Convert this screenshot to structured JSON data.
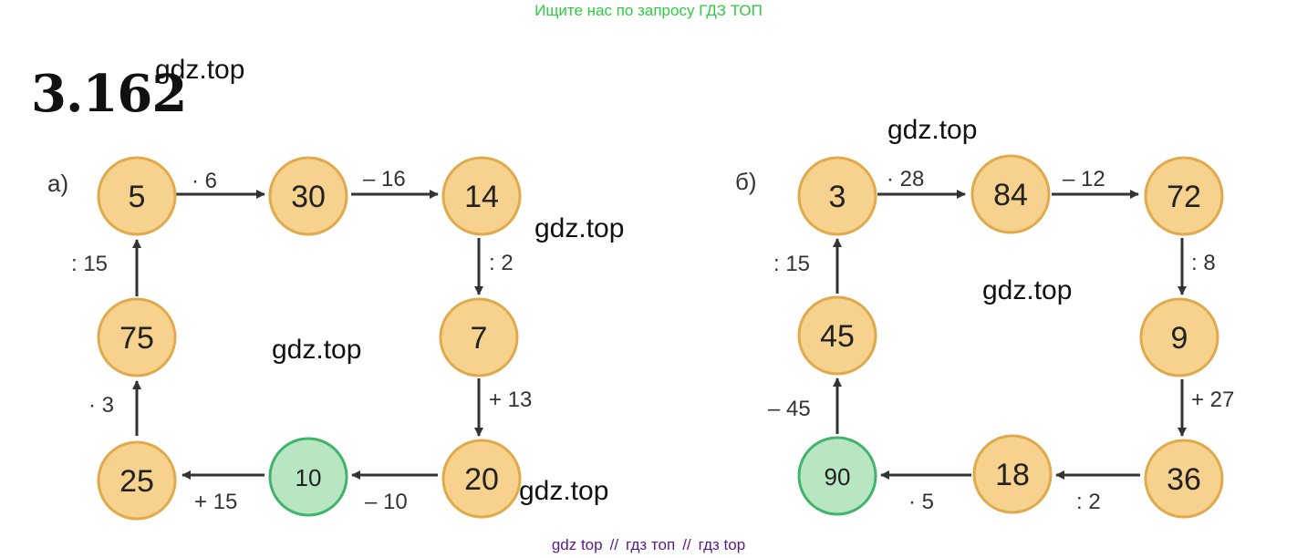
{
  "banner": "Ищите нас по запросу ГДЗ ТОП",
  "problem_number": "3.162",
  "watermarks": [
    "gdz.top",
    "gdz.top",
    "gdz.top",
    "gdz.top",
    "gdz.top",
    "gdz.top"
  ],
  "footer": {
    "a": "gdz top",
    "sep": "//",
    "b": "гдз топ",
    "c": "гдз top"
  },
  "colors": {
    "node_fill": "#f7d28e",
    "node_stroke": "#e0a94c",
    "start_fill": "#b9e6c2",
    "start_stroke": "#3fb46a",
    "arrow": "#333333"
  },
  "part_a": {
    "label": "а)",
    "nodes": [
      "5",
      "30",
      "14",
      "7",
      "20",
      "10",
      "25",
      "75"
    ],
    "ops": [
      "· 6",
      "– 16",
      ": 2",
      "+ 13",
      "– 10",
      "+ 15",
      "· 3",
      ": 15"
    ]
  },
  "part_b": {
    "label": "б)",
    "nodes": [
      "3",
      "84",
      "72",
      "9",
      "36",
      "18",
      "90",
      "45"
    ],
    "ops": [
      "· 28",
      "– 12",
      ": 8",
      "+ 27",
      ": 2",
      "· 5",
      "– 45",
      ": 15"
    ]
  }
}
